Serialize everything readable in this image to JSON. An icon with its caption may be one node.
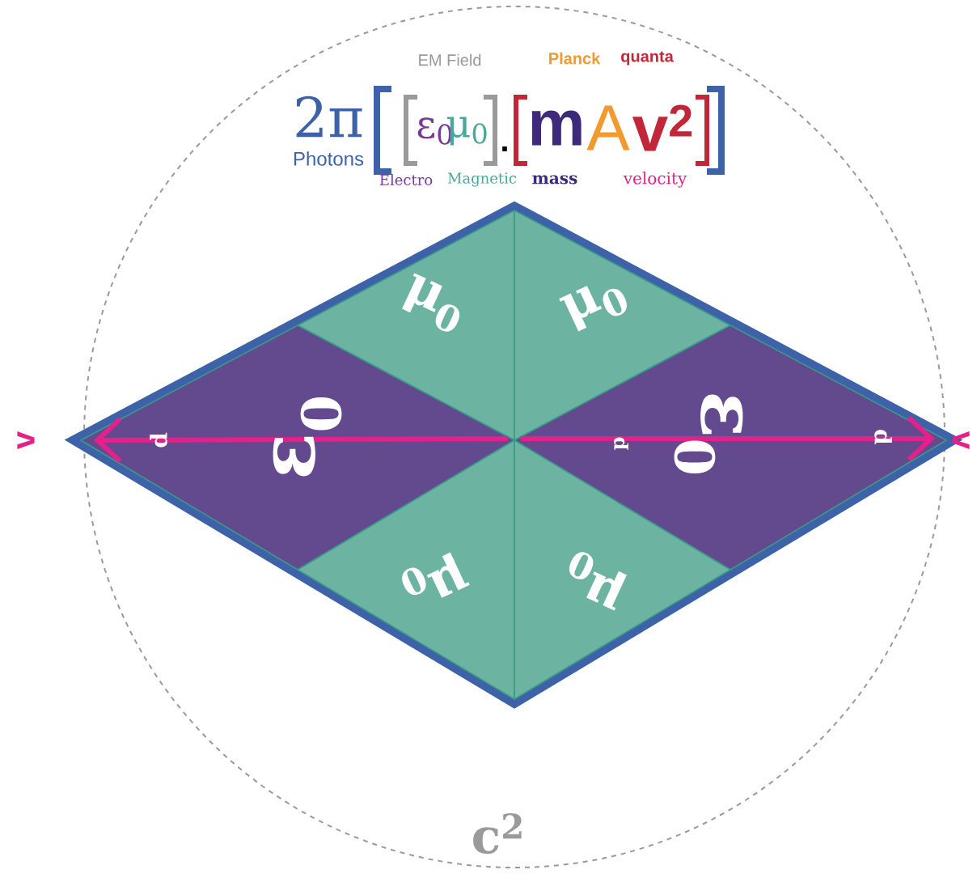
{
  "diagram": {
    "nodes": [
      {
        "text": [],
        "shape": "diamond"
      },
      {
        "text": [
          "μ$_{0}$"
        ],
        "in": 0
      },
      {
        "text": [
          "μ$_{0}$"
        ],
        "in": 0
      },
      {
        "text": [
          "d",
          "ε$_{0}$"
        ],
        "in": 0
      },
      {
        "text": [
          "p",
          "ε$_{0}$",
          "d"
        ],
        "in": 0
      },
      {
        "text": [
          "μ$_{0}$"
        ],
        "in": 0
      },
      {
        "text": [
          "μ$_{0}$"
        ],
        "in": 0
      }
    ],
    "labels": [
      "EM Field",
      "Planck",
      "quanta",
      "2π",
      "ε$_{0}$",
      "μ$_{0}$",
      ".",
      "m",
      "A",
      "v$^{2}$",
      "Photons",
      "Electro",
      "Magnetic",
      "mass",
      "velocity",
      "v",
      "v",
      "c$^{2}$"
    ]
  }
}
